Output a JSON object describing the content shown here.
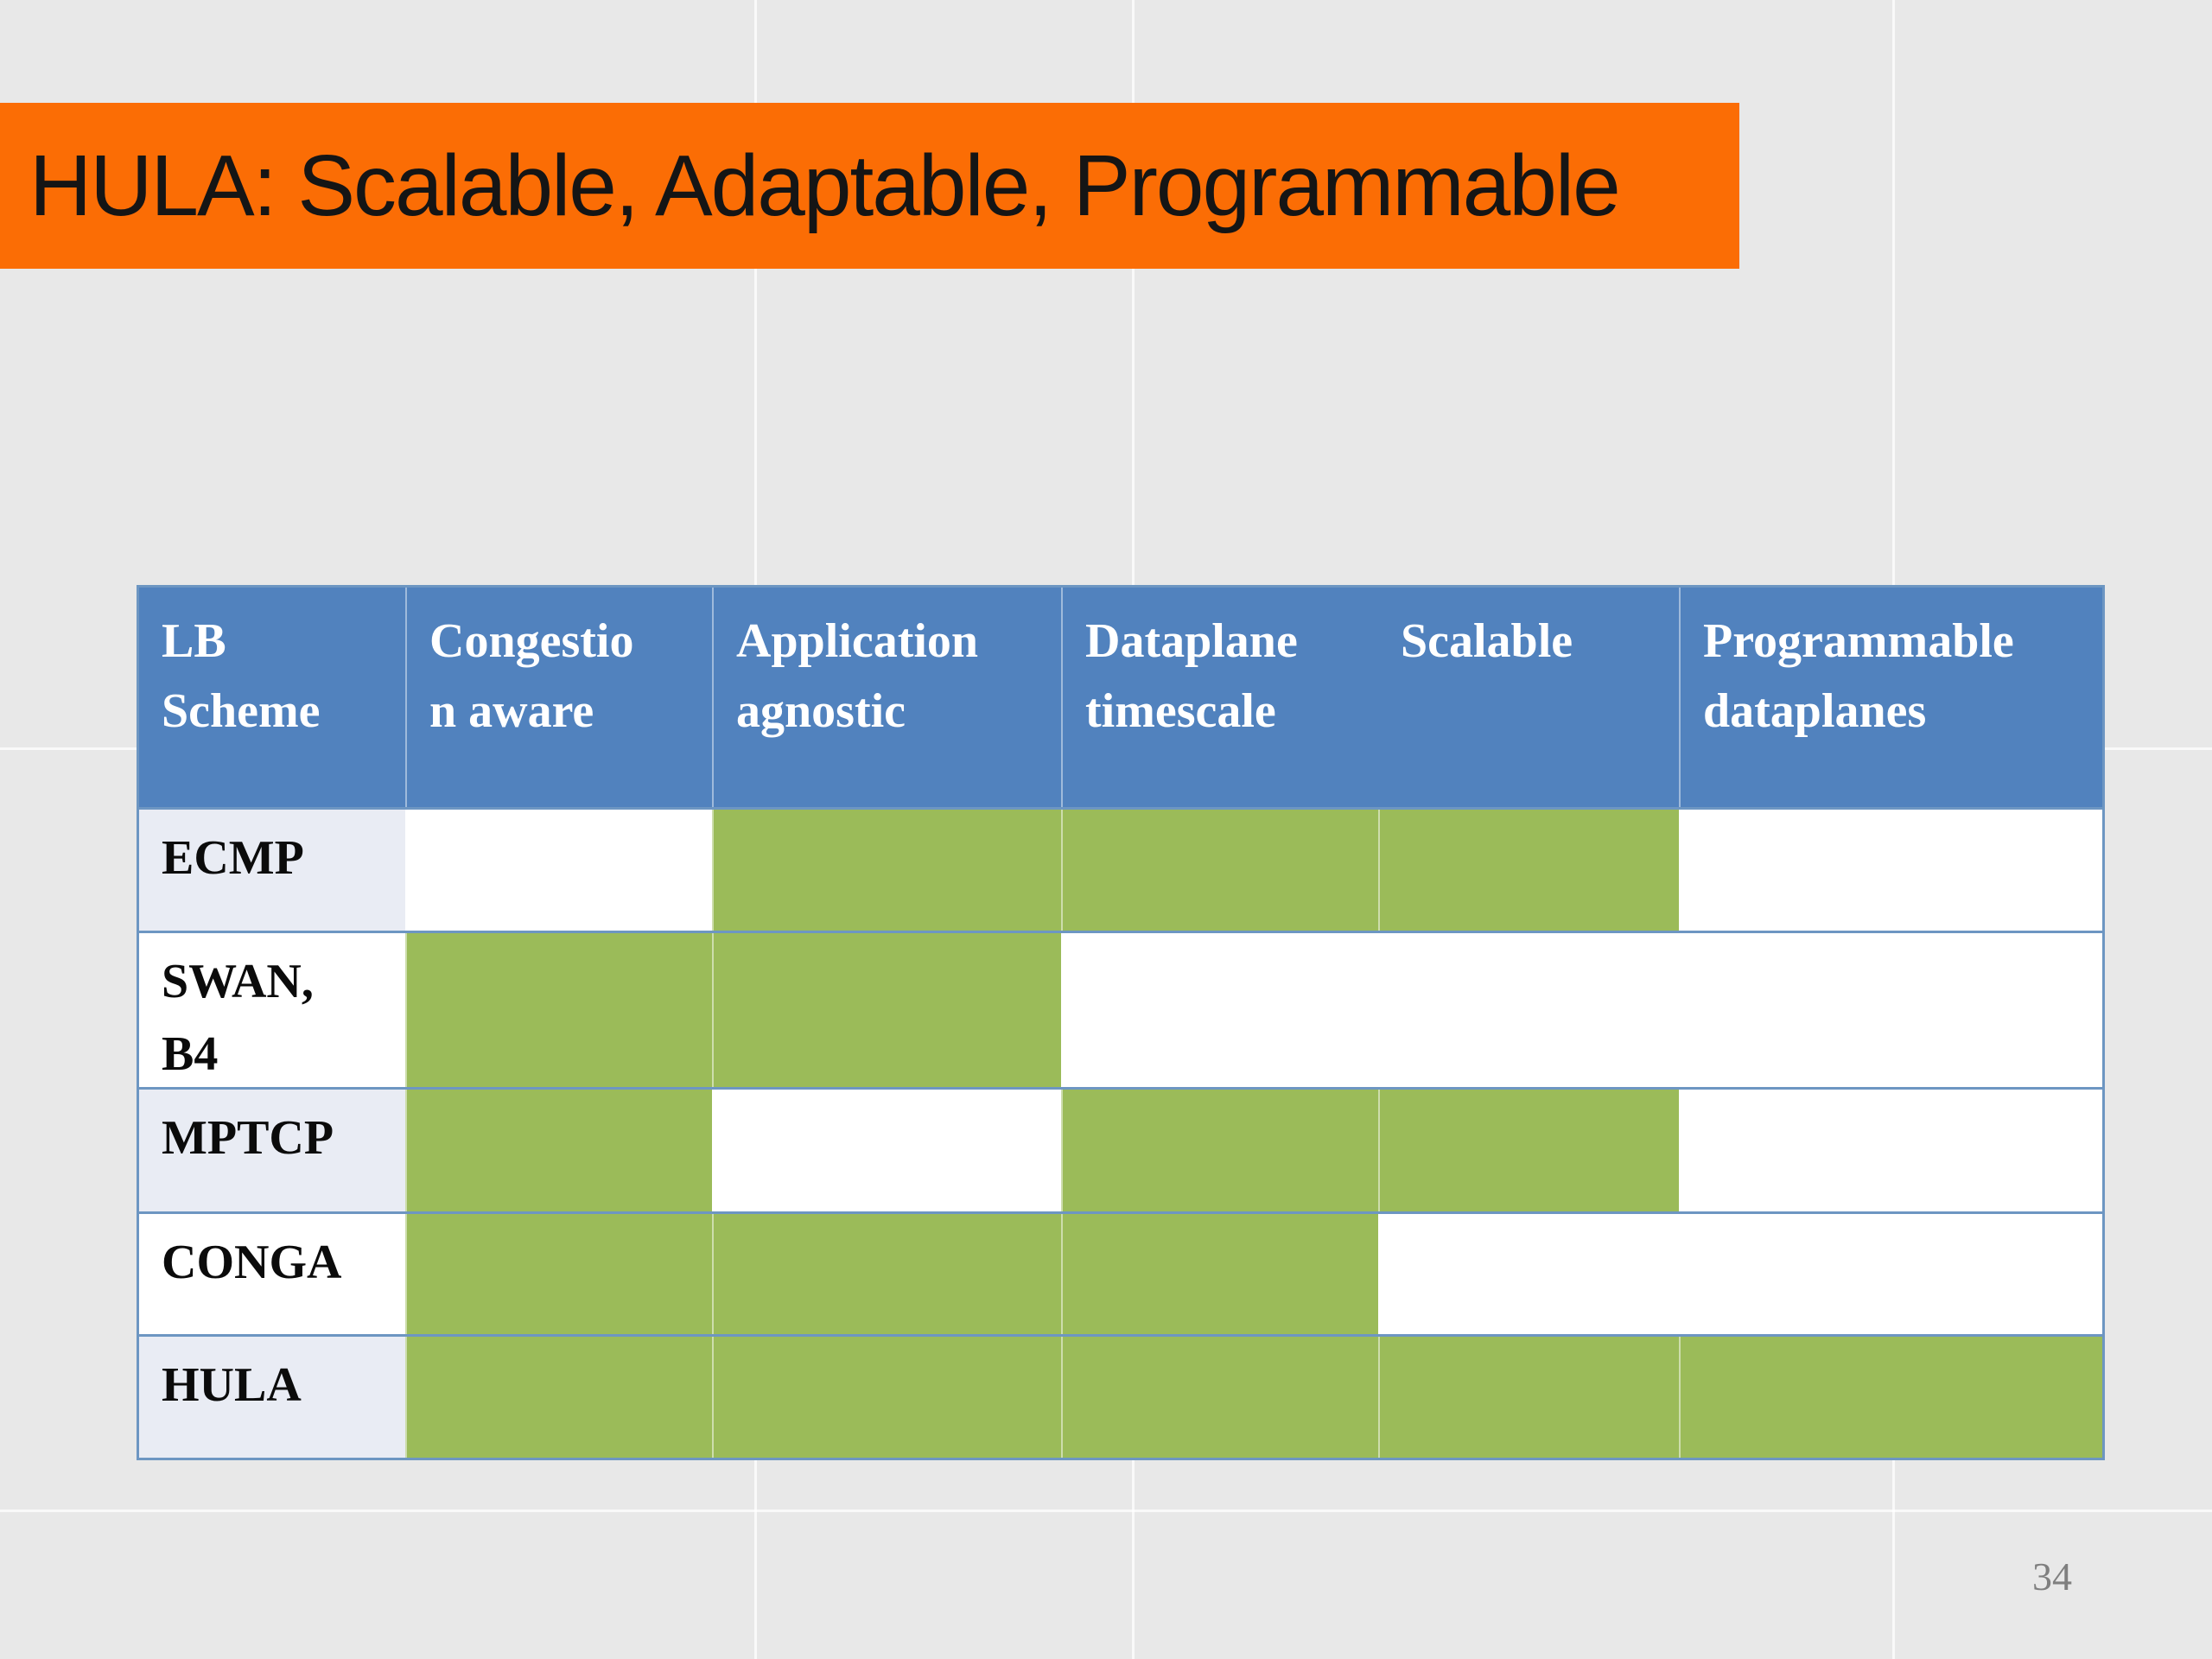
{
  "slide": {
    "title": "HULA: Scalable, Adaptable, Programmable",
    "page_number": "34"
  },
  "table": {
    "columns": [
      {
        "label": "LB\nScheme"
      },
      {
        "label": "Congestio\nn aware"
      },
      {
        "label": "Application\nagnostic"
      },
      {
        "label": "Dataplane\ntimescale"
      },
      {
        "label": "Scalable"
      },
      {
        "label": "Programmable\ndataplanes"
      }
    ],
    "rows": [
      {
        "scheme": "ECMP",
        "values": [
          false,
          true,
          true,
          true,
          false
        ]
      },
      {
        "scheme": "SWAN,\nB4",
        "values": [
          true,
          true,
          false,
          false,
          false
        ]
      },
      {
        "scheme": "MPTCP",
        "values": [
          true,
          false,
          true,
          true,
          false
        ]
      },
      {
        "scheme": "CONGA",
        "values": [
          true,
          true,
          true,
          false,
          false
        ]
      },
      {
        "scheme": "HULA",
        "values": [
          true,
          true,
          true,
          true,
          true
        ]
      }
    ]
  },
  "colors": {
    "slide_background": "#e8e8e8",
    "banner_orange": "#fb6d05",
    "header_blue": "#5182be",
    "yes_green": "#9bbb59",
    "no_white": "#ffffff",
    "band_lavender": "#e9ecf4",
    "table_border_blue": "#6d96c2",
    "page_number_gray": "#7f7f7f"
  }
}
